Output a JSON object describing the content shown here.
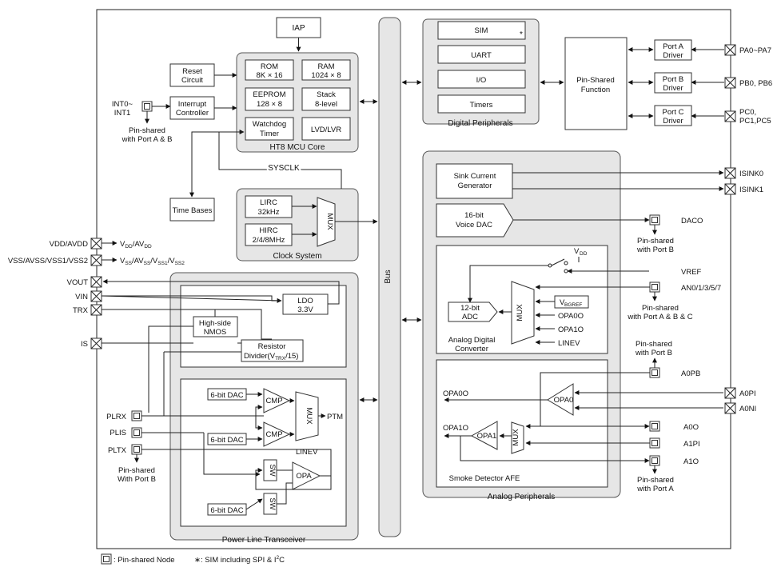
{
  "labels": {
    "iap": "IAP",
    "reset1": "Reset",
    "reset2": "Circuit",
    "int_pin1": "INT0~",
    "int_pin2": "INT1",
    "int_ctrl1": "Interrupt",
    "int_ctrl2": "Controller",
    "pin_shared_ab1": "Pin-shared",
    "pin_shared_ab2": "with Port A & B",
    "rom1": "ROM",
    "rom2": "8K × 16",
    "ram1": "RAM",
    "ram2": "1024 × 8",
    "eeprom1": "EEPROM",
    "eeprom2": "128 × 8",
    "stack1": "Stack",
    "stack2": "8-level",
    "wdt1": "Watchdog",
    "wdt2": "Timer",
    "lvd": "LVD/LVR",
    "mcu_core": "HT8 MCU Core",
    "sysclk": "SYSCLK",
    "time_bases": "Time Bases",
    "lirc1": "LIRC",
    "lirc2": "32kHz",
    "hirc1": "HIRC",
    "hirc2": "2/4/8MHz",
    "mux": "MUX",
    "clock_system": "Clock System",
    "bus": "Bus",
    "sim": "SIM",
    "sim_star": "*",
    "uart": "UART",
    "io": "I/O",
    "timers": "Timers",
    "digital_peripherals": "Digital Peripherals",
    "pin_shared_fn1": "Pin-Shared",
    "pin_shared_fn2": "Function",
    "porta1": "Port A",
    "porta2": "Driver",
    "portb1": "Port B",
    "portb2": "Driver",
    "portc1": "Port C",
    "portc2": "Driver",
    "pa_pins": "PA0~PA7",
    "pb_pins": "PB0, PB6",
    "pc_pins1": "PC0,",
    "pc_pins2": "PC1,PC5",
    "vdd_pin": "VDD/AVDD",
    "vss_pin": "VSS/AVSS/VSS1/VSS2",
    "vout": "VOUT",
    "vin": "VIN",
    "trx": "TRX",
    "is": "IS",
    "ldo1": "LDO",
    "ldo2": "3.3V",
    "hsnmos1": "High-side",
    "hsnmos2": "NMOS",
    "resdiv1": "Resistor",
    "resdiv2": "Divider(V",
    "resdiv_sub": "TRX",
    "resdiv3": "/15)",
    "dac6": "6-bit DAC",
    "cmp": "CMP",
    "ptm": "PTM",
    "plrx": "PLRX",
    "plis": "PLIS",
    "pltx": "PLTX",
    "pin_shared_b1": "Pin-shared",
    "pin_shared_b2": "With Port B",
    "linev": "LINEV",
    "sw": "SW",
    "opa": "OPA",
    "plt": "Power Line Transceiver",
    "sink1": "Sink Current",
    "sink2": "Generator",
    "isink0": "ISINK0",
    "isink1": "ISINK1",
    "vdac1": "16-bit",
    "vdac2": "Voice DAC",
    "daco": "DACO",
    "pin_shared_pb1": "Pin-shared",
    "pin_shared_pb2": "with Port B",
    "vdd_v": "V",
    "vdd_sub": "DD",
    "vref": "VREF",
    "an_pins": "AN0/1/3/5/7",
    "adc1": "12-bit",
    "adc2": "ADC",
    "vbgref": "V",
    "vbgref_sub": "BGREF",
    "opa0o": "OPA0O",
    "opa1o": "OPA1O",
    "linev2": "LINEV",
    "adc_title1": "Analog Digital",
    "adc_title2": "Converter",
    "pin_shared_abc1": "Pin-shared",
    "pin_shared_abc2": "with Port A & B & C",
    "pin_shared_pb3": "Pin-shared",
    "pin_shared_pb4": "with Port B",
    "a0pb": "A0PB",
    "opa0": "OPA0",
    "opa0o_out": "OPA0O",
    "a0pi": "A0PI",
    "a0ni": "A0NI",
    "opa1o_out": "OPA1O",
    "opa1": "OPA1",
    "a0o": "A0O",
    "a1pi": "A1PI",
    "a1o": "A1O",
    "smoke": "Smoke Detector AFE",
    "pin_shared_pa1": "Pin-shared",
    "pin_shared_pa2": "with Port A",
    "analog_peripherals": "Analog Peripherals",
    "legend_node": ": Pin-shared Node",
    "legend_sim": "∗: SIM including SPI & I",
    "legend_sim_sup": "2",
    "legend_sim_end": "C"
  }
}
